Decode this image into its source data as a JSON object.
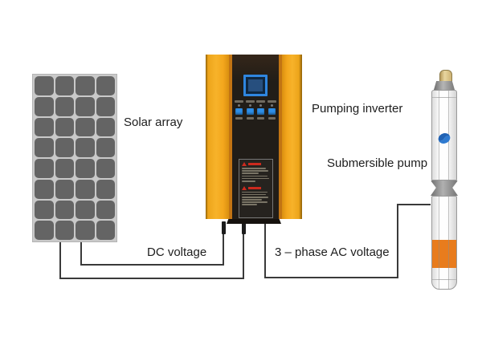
{
  "title": "Solar pumping system diagram",
  "colors": {
    "background": "#ffffff",
    "label_text": "#1d1d1d",
    "wire": "#3a3a3a",
    "panel_frame": "#c9c9c9",
    "panel_cell": "#646464",
    "inverter_yellow": "#f3a61c",
    "inverter_orange_strip": "#c27413",
    "inverter_panel_black": "#211d18",
    "lcd_border": "#2f86e0",
    "lcd_screen": "#274f7e",
    "button_blue": "#2e8fe8",
    "warning_red": "#cc2a1e",
    "pump_cap_tan": "#d8bf8a",
    "pump_collar_gray": "#8f8f8f",
    "pump_band_orange": "#e87c1d",
    "pump_logo_blue": "#2062b4"
  },
  "labels": {
    "solar_array": "Solar array",
    "pumping_inverter": "Pumping inverter",
    "submersible_pump": "Submersible pump",
    "dc_voltage": "DC voltage",
    "ac_voltage": "3 – phase AC voltage"
  },
  "solar_panel": {
    "columns": 4,
    "rows": 8
  },
  "inverter": {
    "display": "lcd-screen",
    "keypad": {
      "buttons": 4,
      "leds": 4
    },
    "warning_sticker": {
      "sections": [
        {
          "line_widths": [
            85,
            95,
            60,
            90,
            97,
            48
          ]
        },
        {
          "line_widths": [
            92,
            86,
            95,
            72,
            90,
            55
          ]
        }
      ]
    }
  },
  "pump": {
    "logo": "blue-swoosh",
    "segments": [
      "cap",
      "collar",
      "upper-body",
      "coupling",
      "lower-body",
      "orange-band"
    ]
  }
}
